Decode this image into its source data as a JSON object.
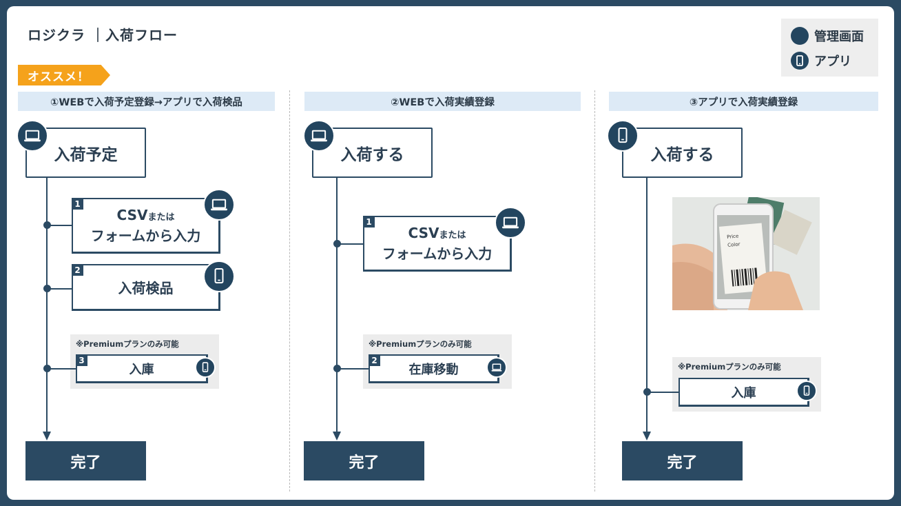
{
  "header": {
    "title": "ロジクラ ｜入荷フロー",
    "badge": "オススメ！"
  },
  "legend": {
    "admin_label": "管理画面",
    "app_label": "アプリ"
  },
  "columns": [
    {
      "header": "①WEBで入荷予定登録→アプリで入荷検品",
      "start": "入荷予定",
      "steps": [
        {
          "num": "1",
          "line1": "CSV",
          "line1_small": "または",
          "line2": "フォームから入力",
          "icon": "laptop-icon"
        },
        {
          "num": "2",
          "label": "入荷検品",
          "icon": "phone-icon"
        }
      ],
      "premium": {
        "note": "※Premiumプランのみ可能",
        "num": "3",
        "label": "入庫",
        "icon": "phone-icon"
      },
      "end": "完了"
    },
    {
      "header": "②WEBで入荷実績登録",
      "start": "入荷する",
      "steps": [
        {
          "num": "1",
          "line1": "CSV",
          "line1_small": "または",
          "line2": "フォームから入力",
          "icon": "laptop-icon"
        }
      ],
      "premium": {
        "note": "※Premiumプランのみ可能",
        "num": "2",
        "label": "在庫移動",
        "icon": "laptop-icon"
      },
      "end": "完了"
    },
    {
      "header": "③アプリで入荷実績登録",
      "start": "入荷する",
      "premium": {
        "note": "※Premiumプランのみ可能",
        "label": "入庫",
        "icon": "phone-icon"
      },
      "end": "完了"
    }
  ],
  "photo": {
    "tag_line1": "Price",
    "tag_line2": "Color"
  },
  "colors": {
    "navy": "#2b4a63",
    "badge": "#f5a21b",
    "header_bg": "#ddeaf6",
    "premium_bg": "#ececec"
  }
}
